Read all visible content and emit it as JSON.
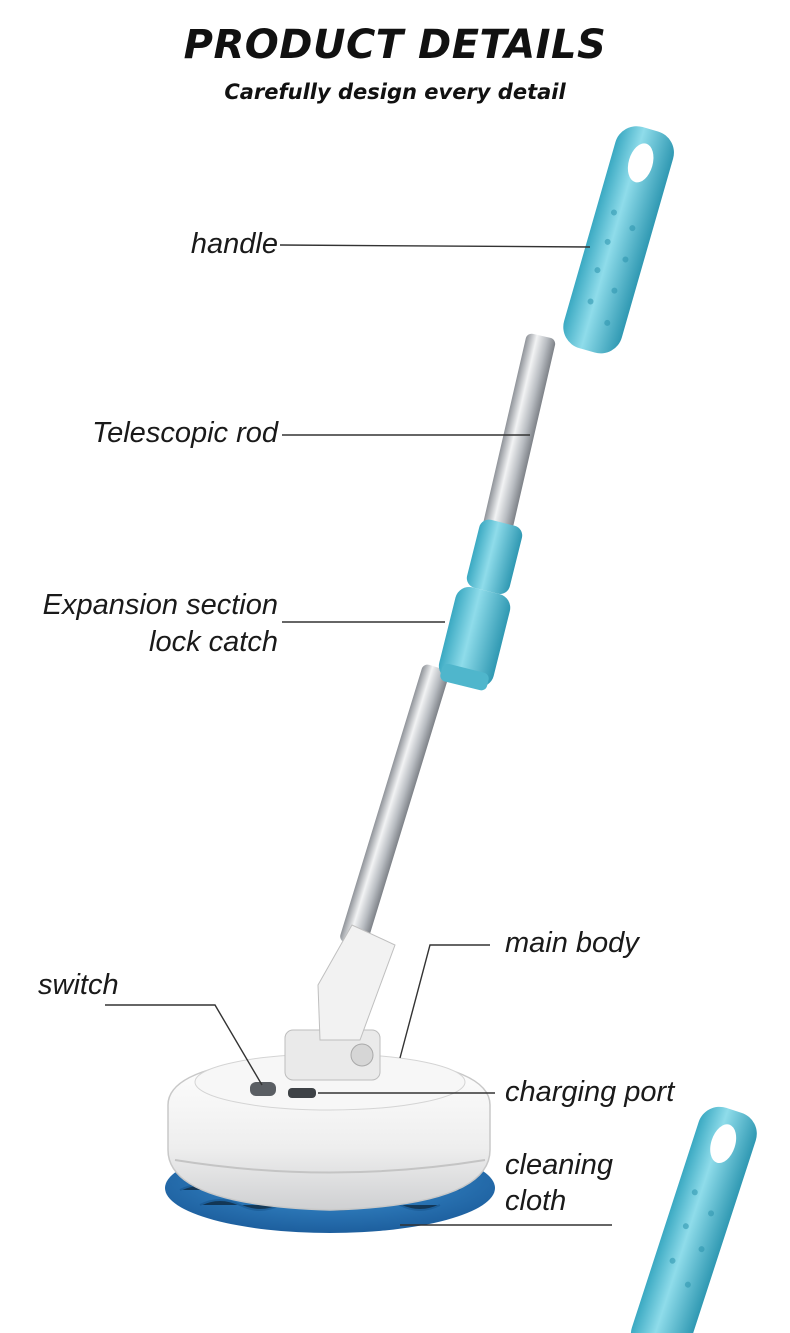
{
  "header": {
    "title": "PRODUCT DETAILS",
    "subtitle": "Carefully design every detail"
  },
  "labels": {
    "handle": "handle",
    "telescopic_rod": "Telescopic rod",
    "expansion_line1": "Expansion section",
    "expansion_line2": "lock catch",
    "main_body": "main body",
    "switch": "switch",
    "charging_port": "charging port",
    "cleaning_line1": "cleaning",
    "cleaning_line2": "cloth"
  },
  "colors": {
    "accent": "#5ec4d8",
    "rod": "#c9ccd0",
    "body": "#f4f4f4",
    "cloth": "#2a7fc4"
  }
}
